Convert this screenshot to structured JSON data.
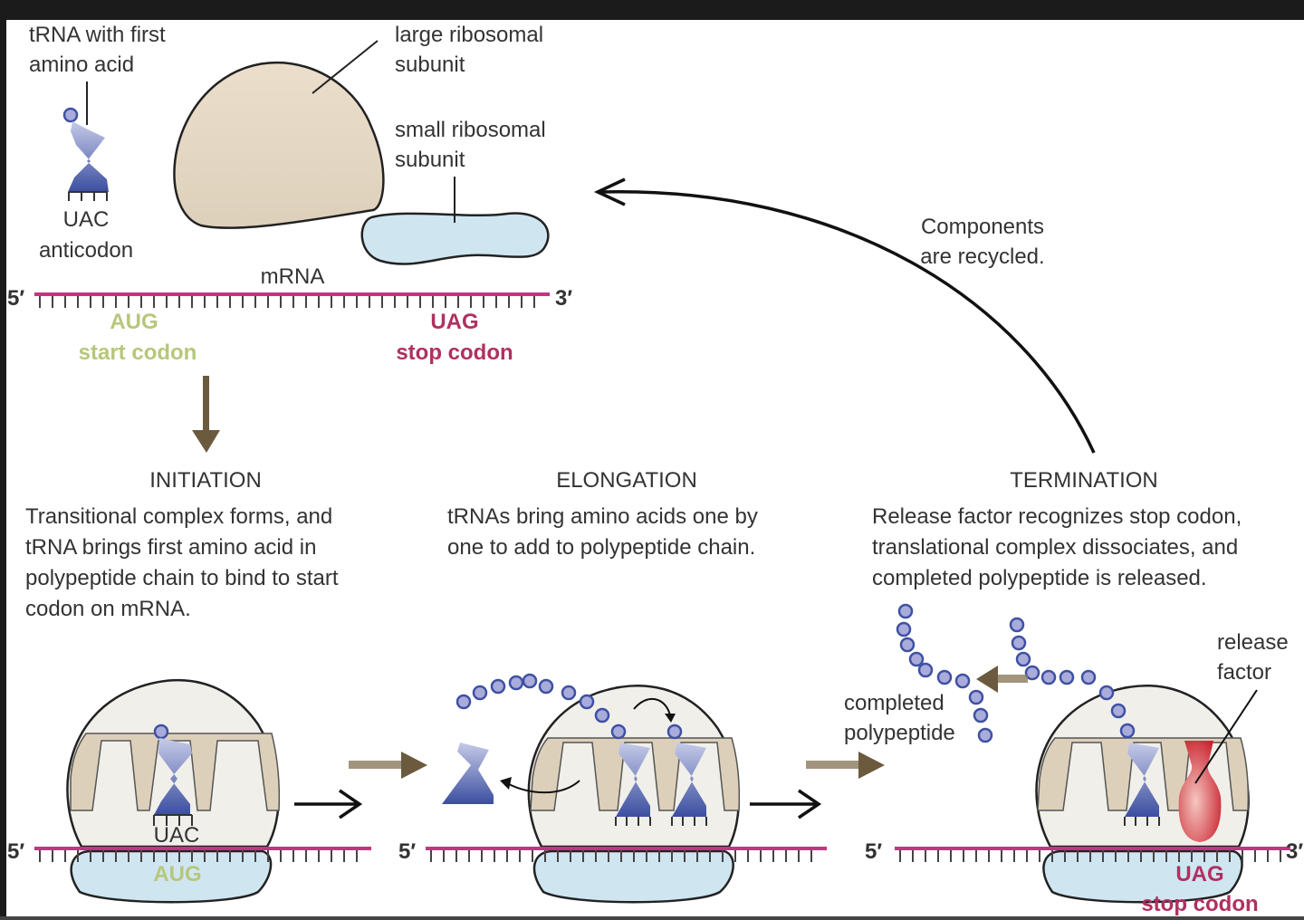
{
  "colors": {
    "mrna": "#c2367f",
    "start_codon": "#b7c77a",
    "stop_codon": "#b03060",
    "large_subunit": "#e6d8c3",
    "small_subunit": "#cfe6f1",
    "trna": "#3f51a3",
    "amino_acid": "#a9acdb",
    "release_factor": "#c8202c",
    "process_arrow": "#6b5a3e"
  },
  "top": {
    "trna_label": [
      "tRNA with first",
      "amino acid"
    ],
    "anticodon_seq": "UAC",
    "anticodon_label": "anticodon",
    "large_label": [
      "large ribosomal",
      "subunit"
    ],
    "small_label": [
      "small ribosomal",
      "subunit"
    ],
    "mrna_label": "mRNA",
    "five_prime": "5′",
    "three_prime": "3′",
    "start_seq": "AUG",
    "start_label": "start codon",
    "stop_seq": "UAG",
    "stop_label": "stop codon",
    "recycle_label": [
      "Components",
      "are recycled."
    ]
  },
  "stages": [
    {
      "title": "INITIATION",
      "description": [
        "Transitional complex forms, and",
        "tRNA brings first amino acid in",
        "polypeptide chain to bind to start",
        "codon on mRNA."
      ],
      "anticodon": "UAC",
      "codon": "AUG",
      "five_prime": "5′"
    },
    {
      "title": "ELONGATION",
      "description": [
        "tRNAs bring amino acids one by",
        "one to add to polypeptide chain."
      ],
      "five_prime": "5′"
    },
    {
      "title": "TERMINATION",
      "description": [
        "Release factor recognizes stop codon,",
        "translational complex dissociates, and",
        "completed polypeptide is released."
      ],
      "completed_label": [
        "completed",
        "polypeptide"
      ],
      "release_label": [
        "release",
        "factor"
      ],
      "codon": "UAG",
      "codon_label": "stop codon",
      "five_prime": "5′",
      "three_prime": "3′"
    }
  ]
}
